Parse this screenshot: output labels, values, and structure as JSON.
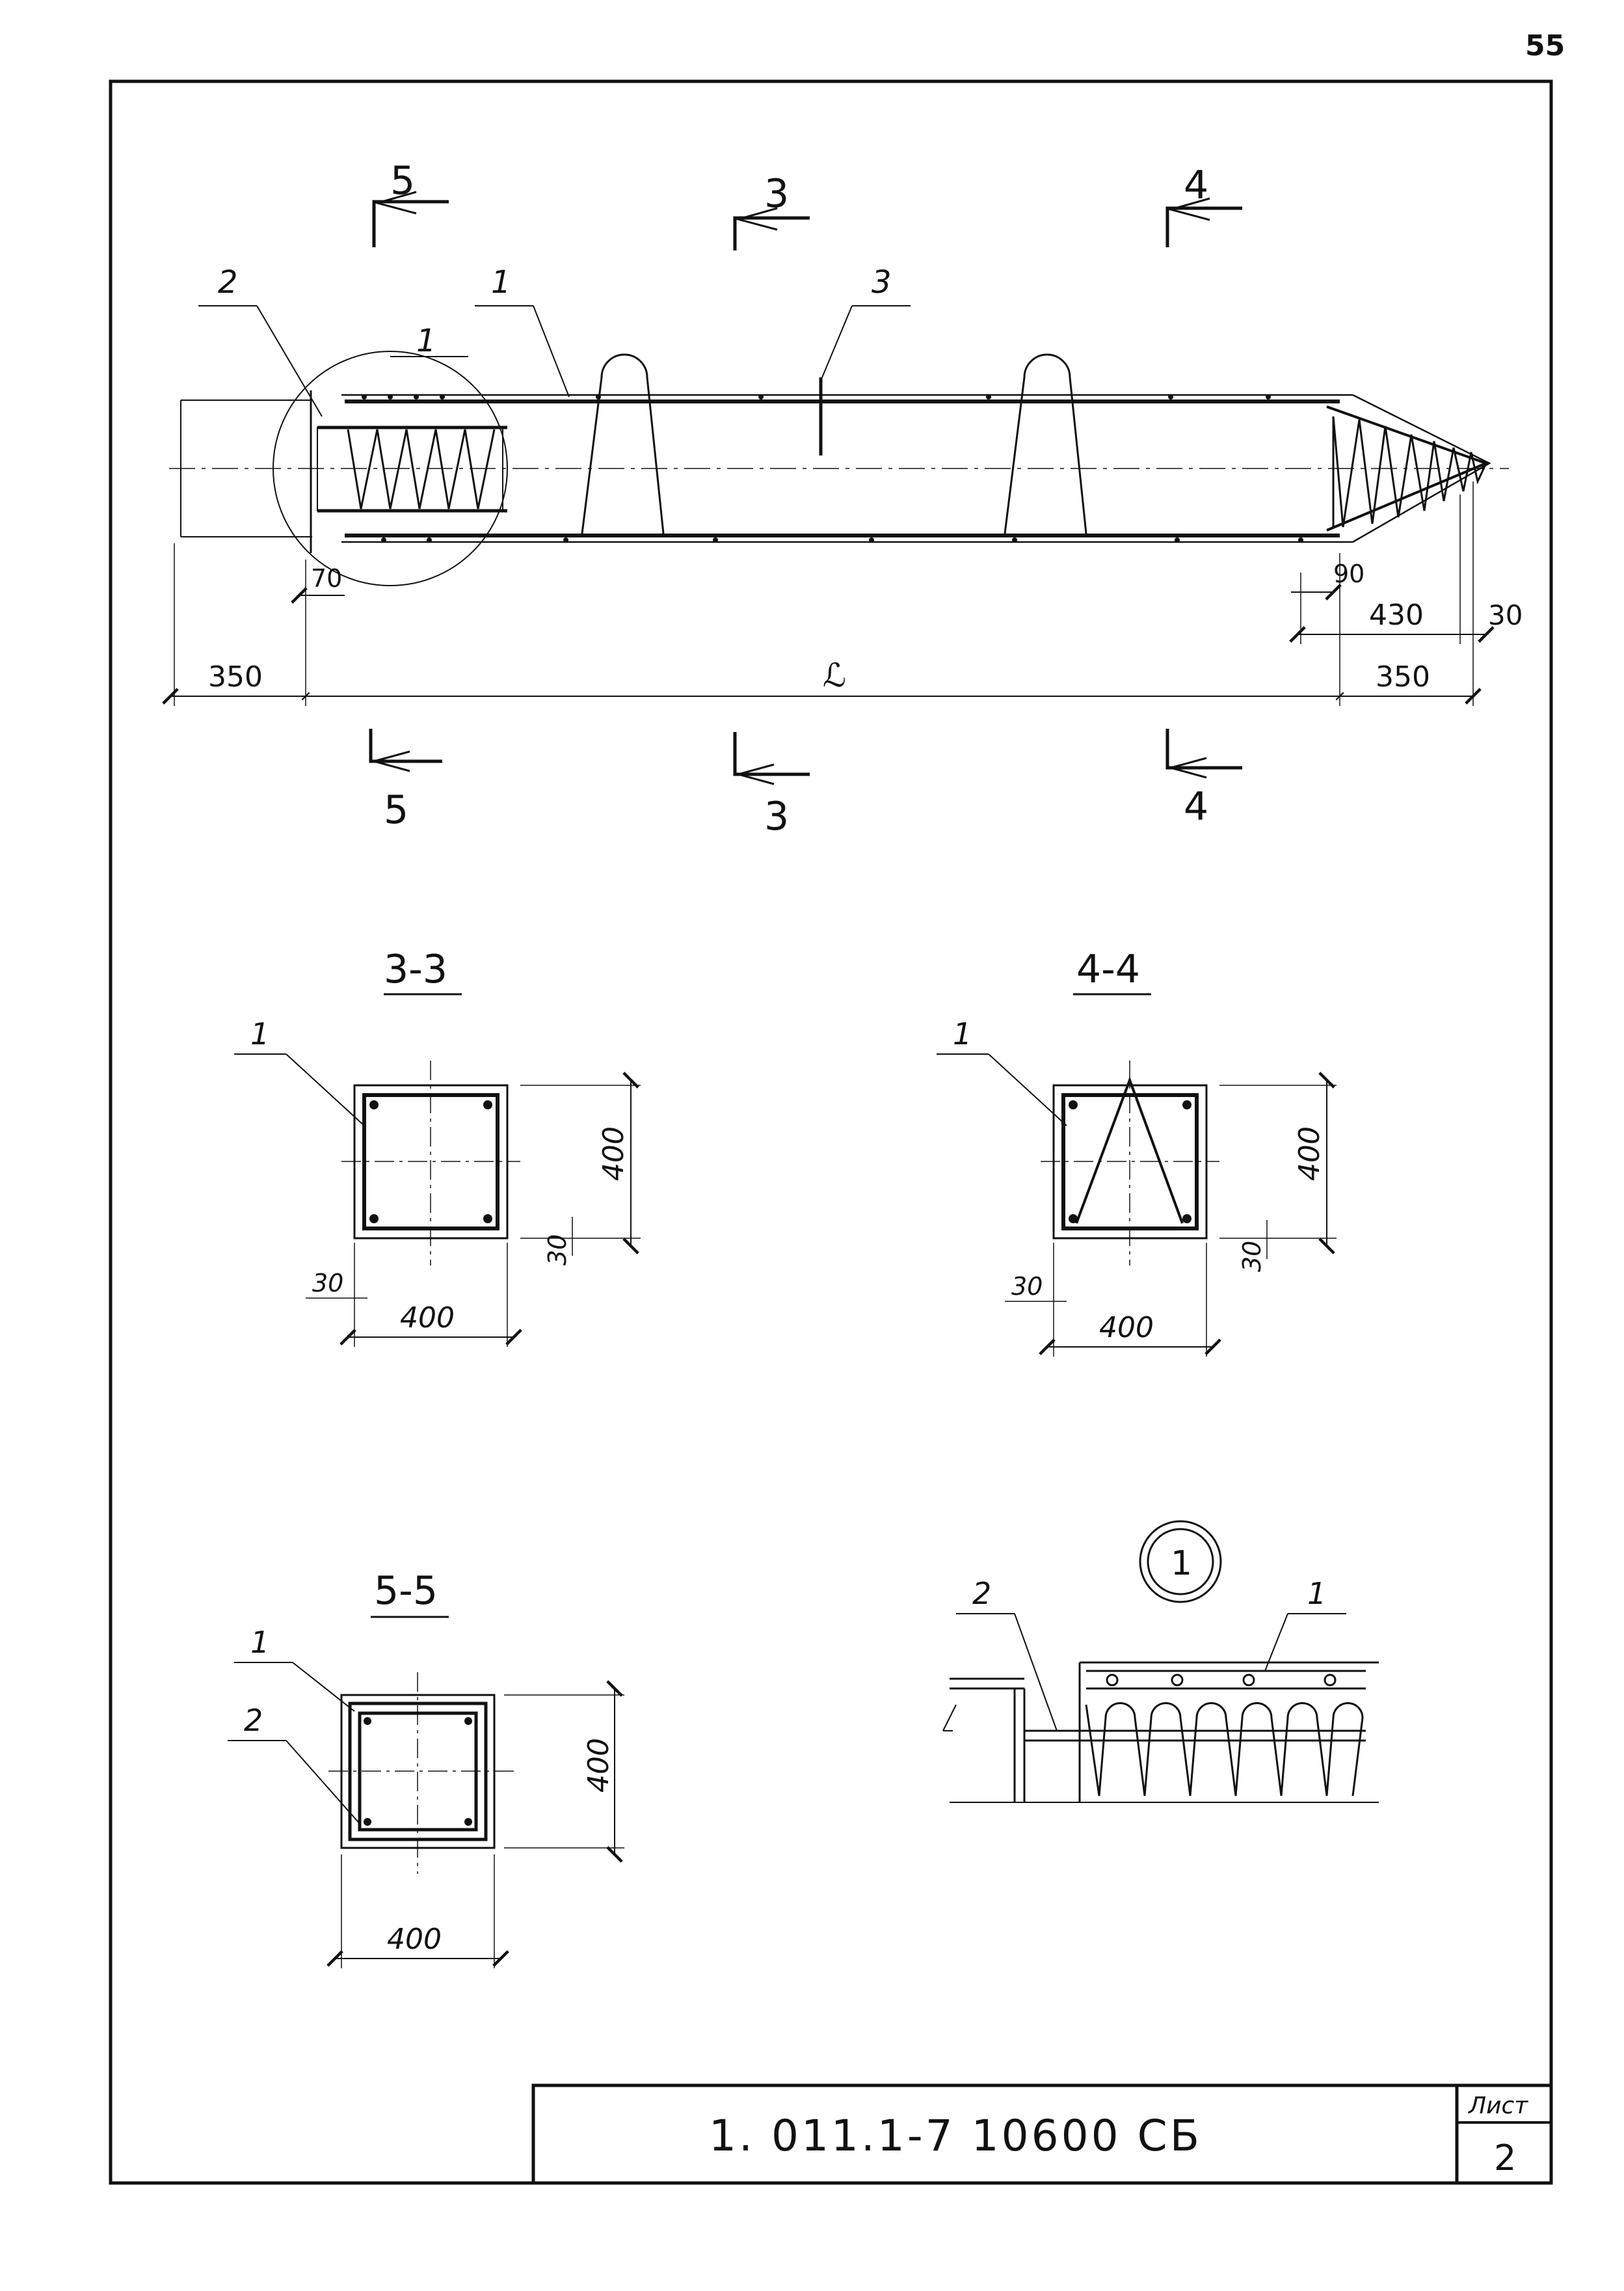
{
  "page_number": "55",
  "sheet_label": "Лист",
  "sheet_number": "2",
  "document_code": "1. 011.1-7  10600 СБ",
  "elevation": {
    "cut_marks": [
      "5",
      "3",
      "4"
    ],
    "callouts": [
      "2",
      "1",
      "3"
    ],
    "detail_mark": "1",
    "dims": {
      "left_ext": "350",
      "length": "ℒ",
      "right_ext": "350",
      "tip": "430",
      "tip_end": "30",
      "spiral_right": "90",
      "spiral_left": "70"
    }
  },
  "section_3_3": {
    "title": "3-3",
    "callout": "1",
    "width": "400",
    "height": "400",
    "cover_x": "30",
    "cover_y": "30"
  },
  "section_4_4": {
    "title": "4-4",
    "callout": "1",
    "width": "400",
    "height": "400",
    "cover_x": "30",
    "cover_y": "30"
  },
  "section_5_5": {
    "title": "5-5",
    "callouts": [
      "1",
      "2"
    ],
    "width": "400",
    "height": "400"
  },
  "detail_1": {
    "mark": "1",
    "callouts": [
      "2",
      "1"
    ]
  }
}
